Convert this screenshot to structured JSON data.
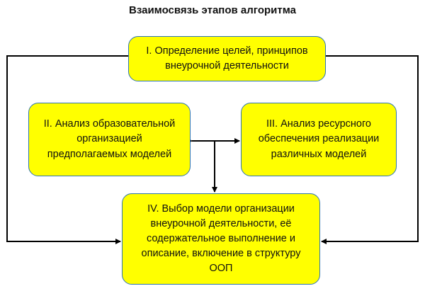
{
  "diagram": {
    "title": "Взаимосвязь этапов алгоритма",
    "boxes": {
      "b1": "I. Определение целей, принципов\nвнеурочной деятельности",
      "b2": "II. Анализ образовательной\nорганизацией\nпредполагаемых моделей",
      "b3": "III. Анализ ресурсного\nобеспечения реализации\nразличных моделей",
      "b4": "IV. Выбор модели организации\nвнеурочной деятельности, её\nсодержательное выполнение и\nописание, включение в структуру\nООП"
    },
    "colors": {
      "box_fill": "#ffff00",
      "box_border": "#2e75b6",
      "line": "#000000"
    }
  }
}
